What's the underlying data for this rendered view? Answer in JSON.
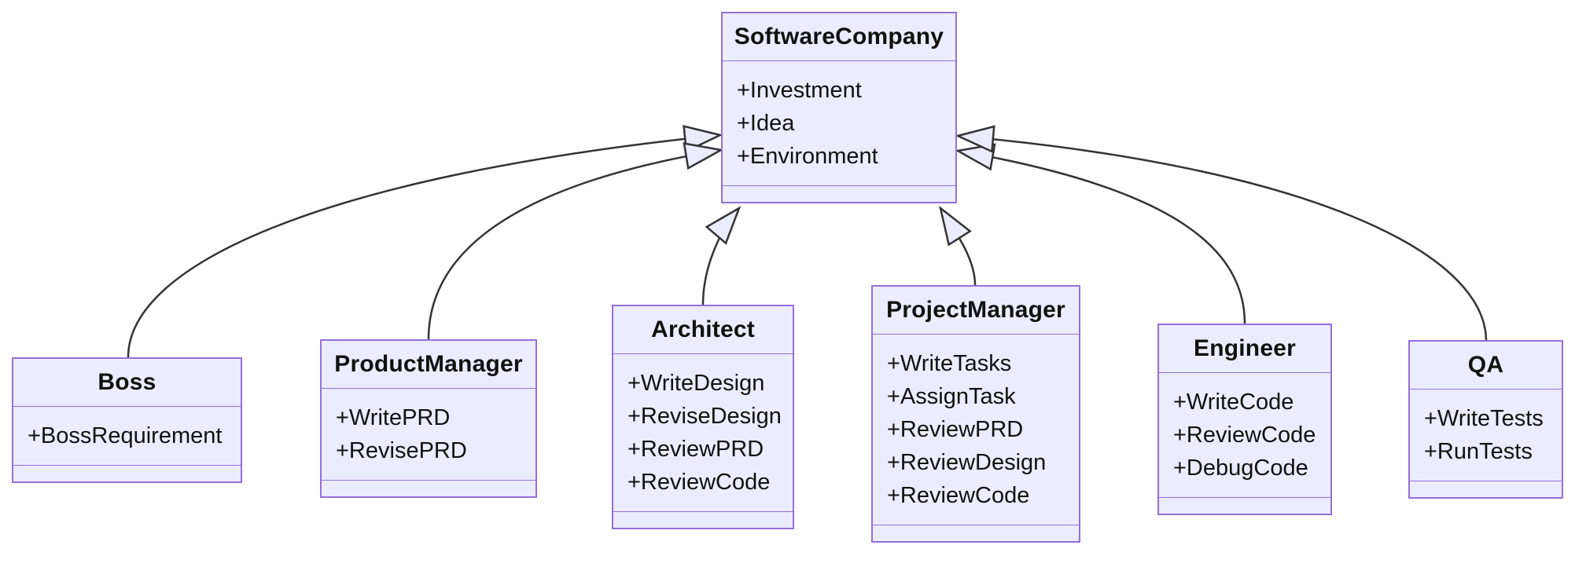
{
  "diagram": {
    "type": "uml-class-diagram",
    "colors": {
      "node_fill": "#ECECFF",
      "node_border": "#9370DB",
      "edge": "#333333",
      "text": "#111111",
      "background": "#ffffff"
    },
    "classes": [
      {
        "name": "SoftwareCompany",
        "attributes": [
          "+Investment",
          "+Idea",
          "+Environment"
        ]
      },
      {
        "name": "Boss",
        "attributes": [
          "+BossRequirement"
        ]
      },
      {
        "name": "ProductManager",
        "attributes": [
          "+WritePRD",
          "+RevisePRD"
        ]
      },
      {
        "name": "Architect",
        "attributes": [
          "+WriteDesign",
          "+ReviseDesign",
          "+ReviewPRD",
          "+ReviewCode"
        ]
      },
      {
        "name": "ProjectManager",
        "attributes": [
          "+WriteTasks",
          "+AssignTask",
          "+ReviewPRD",
          "+ReviewDesign",
          "+ReviewCode"
        ]
      },
      {
        "name": "Engineer",
        "attributes": [
          "+WriteCode",
          "+ReviewCode",
          "+DebugCode"
        ]
      },
      {
        "name": "QA",
        "attributes": [
          "+WriteTests",
          "+RunTests"
        ]
      }
    ],
    "relations": [
      {
        "from": "Boss",
        "to": "SoftwareCompany",
        "type": "inheritance"
      },
      {
        "from": "ProductManager",
        "to": "SoftwareCompany",
        "type": "inheritance"
      },
      {
        "from": "Architect",
        "to": "SoftwareCompany",
        "type": "inheritance"
      },
      {
        "from": "ProjectManager",
        "to": "SoftwareCompany",
        "type": "inheritance"
      },
      {
        "from": "Engineer",
        "to": "SoftwareCompany",
        "type": "inheritance"
      },
      {
        "from": "QA",
        "to": "SoftwareCompany",
        "type": "inheritance"
      }
    ]
  }
}
